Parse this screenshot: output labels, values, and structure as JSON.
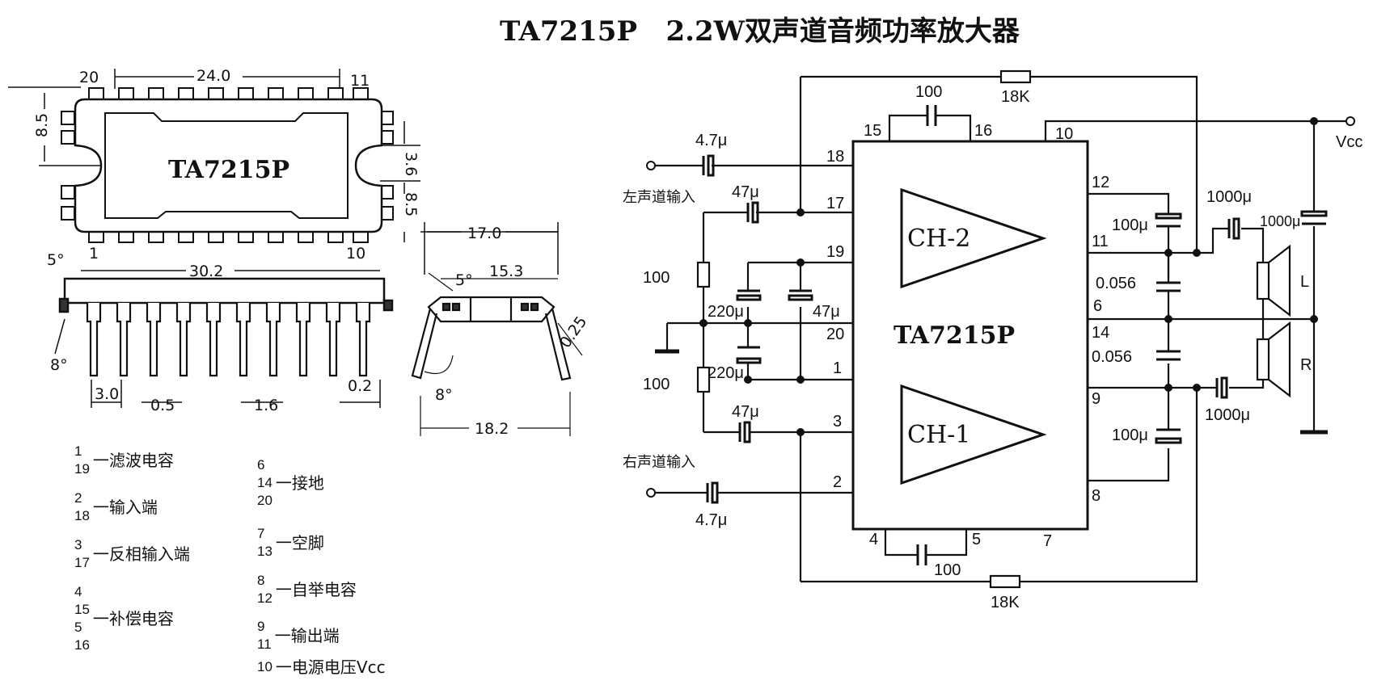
{
  "title": "TA7215P   2.2W双声道音频功率放大器",
  "package": {
    "chip_label": "TA7215P",
    "pin_top_left": "20",
    "pin_top_right": "11",
    "pin_bottom_left": "1",
    "pin_bottom_right": "10",
    "dims": {
      "d24": "24.0",
      "d8_5a": "8.5",
      "d3_6": "3.6",
      "d8_5b": "8.5",
      "d17": "17.0",
      "d30_2": "30.2",
      "d15_3": "15.3",
      "d5a": "5°",
      "d5b": "5°",
      "d8a": "8°",
      "d8b": "8°",
      "d0_25": "0.25",
      "d3_0": "3.0",
      "d0_5": "0.5",
      "d1_6": "1.6",
      "d0_2": "0.2",
      "d18_2": "18.2"
    }
  },
  "legend": [
    {
      "pins": [
        "1",
        "19"
      ],
      "desc": "一滤波电容"
    },
    {
      "pins": [
        "2",
        "18"
      ],
      "desc": "一输入端"
    },
    {
      "pins": [
        "3",
        "17"
      ],
      "desc": "一反相输入端"
    },
    {
      "pins": [
        "4",
        "15",
        "5",
        "16"
      ],
      "desc": "一补偿电容"
    },
    {
      "pins": [
        "6",
        "14",
        "20"
      ],
      "desc": "一接地"
    },
    {
      "pins": [
        "7",
        "13"
      ],
      "desc": "一空脚"
    },
    {
      "pins": [
        "8",
        "12"
      ],
      "desc": "一自举电容"
    },
    {
      "pins": [
        "9",
        "11"
      ],
      "desc": "一输出端"
    },
    {
      "pins": [
        "10"
      ],
      "desc": "一电源电压Vcc"
    }
  ],
  "schematic": {
    "ic_label": "TA7215P",
    "ch2": "CH-2",
    "ch1": "CH-1",
    "vcc": "Vcc",
    "left_input": "左声道输入",
    "right_input": "右声道输入",
    "speaker_l": "L",
    "speaker_r": "R",
    "pins": {
      "p15": "15",
      "p16": "16",
      "p10": "10",
      "p18": "18",
      "p17": "17",
      "p19": "19",
      "p20": "20",
      "p1": "1",
      "p3": "3",
      "p2": "2",
      "p12": "12",
      "p11": "11",
      "p6": "6",
      "p14": "14",
      "p9": "9",
      "p8": "8",
      "p4": "4",
      "p5": "5",
      "p7": "7"
    },
    "values": {
      "c_top": "100",
      "r_top": "18K",
      "c_in_l": "4.7μ",
      "c_17": "47μ",
      "r100a": "100",
      "c220a": "220μ",
      "c47": "47μ",
      "r100b": "100",
      "c220b": "220μ",
      "c_3": "47μ",
      "c_in_r": "4.7μ",
      "c_bot": "100",
      "r_bot": "18K",
      "c_12": "100μ",
      "c_056a": "0.056",
      "c_056b": "0.056",
      "c_8": "100μ",
      "c_out_l": "1000μ",
      "c_vcc": "1000μ",
      "c_out_r": "1000μ"
    }
  }
}
